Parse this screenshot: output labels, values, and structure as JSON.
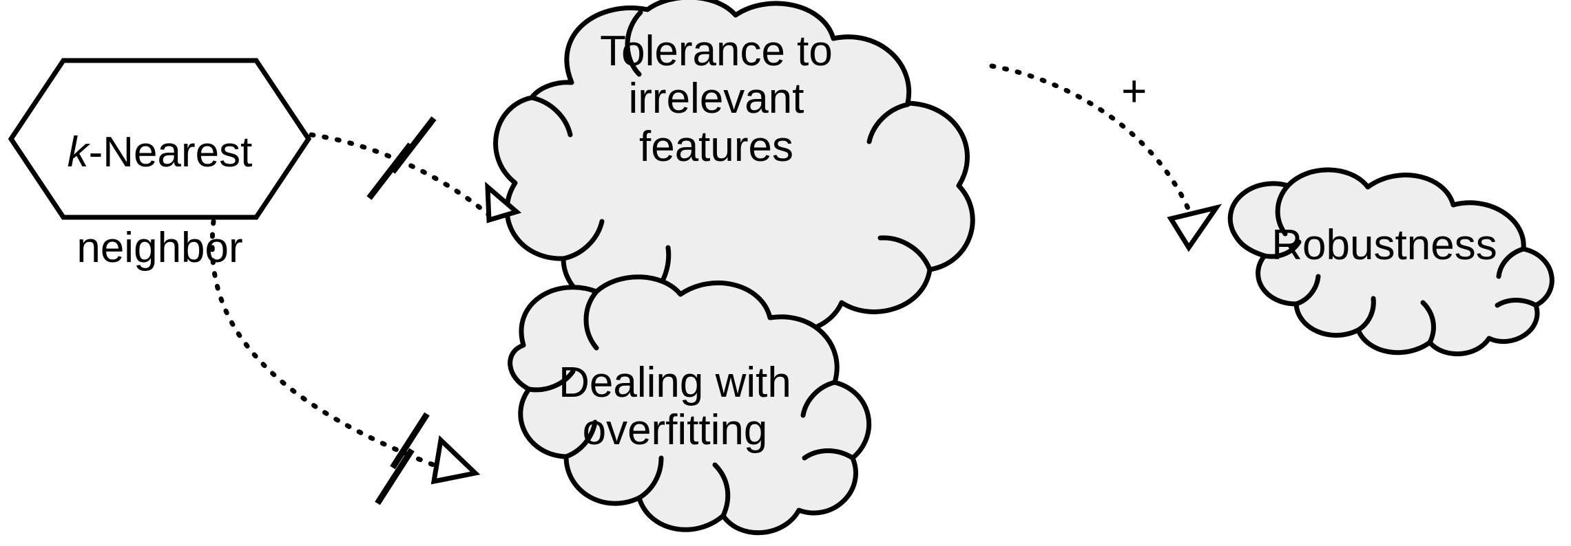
{
  "diagram": {
    "title": "k-Nearest neighbor influence diagram",
    "background_color": "#ffffff",
    "stroke_color": "#000000",
    "cloud_fill_color": "#eeeeee",
    "hexagon_fill_color": "#ffffff"
  },
  "nodes": [
    {
      "id": "knn",
      "shape": "hexagon",
      "name": "k-nearest-neighbor-node",
      "label_part_italic": "k",
      "label_part_rest": "-Nearest",
      "label_line2": "neighbor",
      "full_label": "k-Nearest neighbor"
    },
    {
      "id": "tolerance",
      "shape": "cloud",
      "name": "tolerance-to-irrelevant-features-node",
      "label": "Tolerance to\nirrelevant\nfeatures"
    },
    {
      "id": "overfitting",
      "shape": "cloud",
      "name": "dealing-with-overfitting-node",
      "label": "Dealing with\noverfitting"
    },
    {
      "id": "robustness",
      "shape": "cloud",
      "name": "robustness-node",
      "label": "Robustness"
    }
  ],
  "edges": [
    {
      "id": "edge-knn-tolerance",
      "from": "knn",
      "to": "tolerance",
      "style": "dotted",
      "arrowhead": "hollow-triangle",
      "marker": "slash",
      "sign": ""
    },
    {
      "id": "edge-knn-overfitting",
      "from": "knn",
      "to": "overfitting",
      "style": "dotted",
      "arrowhead": "hollow-triangle",
      "marker": "slash",
      "sign": ""
    },
    {
      "id": "edge-tolerance-robustness",
      "from": "tolerance",
      "to": "robustness",
      "style": "dotted",
      "arrowhead": "hollow-triangle",
      "marker": "",
      "sign": "+"
    }
  ]
}
